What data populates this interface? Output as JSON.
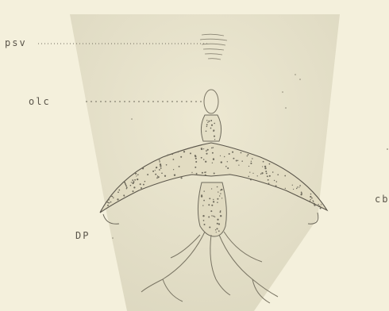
{
  "figure": {
    "labels": {
      "psv": "psv",
      "olc": "olc",
      "cb": "cb",
      "dp": "DP"
    },
    "colors": {
      "paper": "#f4f0dc",
      "plate_shading": "#ddd8c0",
      "ink": "#5a554a",
      "stipple": "#6e6a5c"
    }
  }
}
